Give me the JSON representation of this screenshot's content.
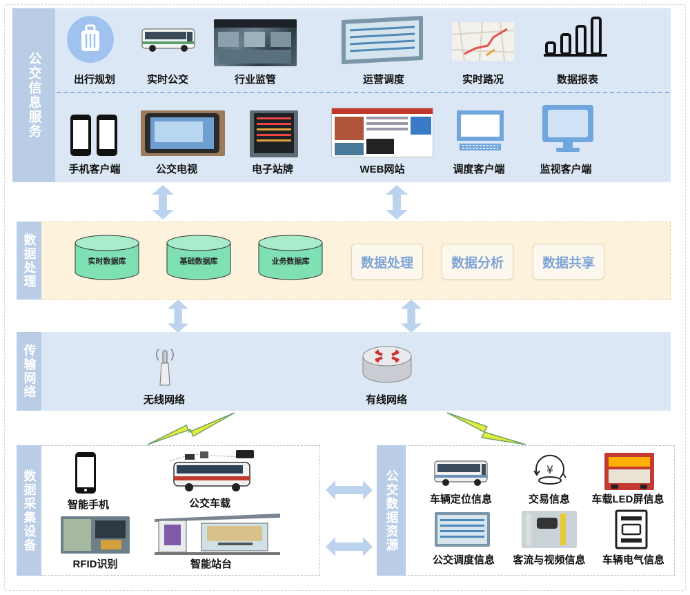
{
  "sections": {
    "info_service": "公交信息服务",
    "data_processing": "数据处理",
    "transmission": "传输网络",
    "collection": "数据采集设备",
    "resources": "公交数据资源"
  },
  "services_row1": [
    "出行规划",
    "实时公交",
    "行业监管",
    "运营调度",
    "实时路况",
    "数据报表"
  ],
  "services_row2": [
    "手机客户端",
    "公交电视",
    "电子站牌",
    "WEB网站",
    "调度客户端",
    "监视客户端"
  ],
  "databases": [
    "实时数据库",
    "基础数据库",
    "业务数据库"
  ],
  "processes": [
    "数据处理",
    "数据分析",
    "数据共享"
  ],
  "networks": {
    "wireless": "无线网络",
    "wired": "有线网络"
  },
  "devices": [
    "智能手机",
    "公交车载",
    "RFID识别",
    "智能站台"
  ],
  "resources": [
    "车辆定位信息",
    "交易信息",
    "车载LED屏信息",
    "公交调度信息",
    "客流与视频信息",
    "车辆电气信息"
  ],
  "colors": {
    "band_blue": "#dbe7f5",
    "side_blue": "#b9cde6",
    "band_yellow": "#fdf3dc",
    "db_green": "#7fe0b4",
    "arrow": "#bcd3ee",
    "proc_text": "#7ea4d7"
  }
}
